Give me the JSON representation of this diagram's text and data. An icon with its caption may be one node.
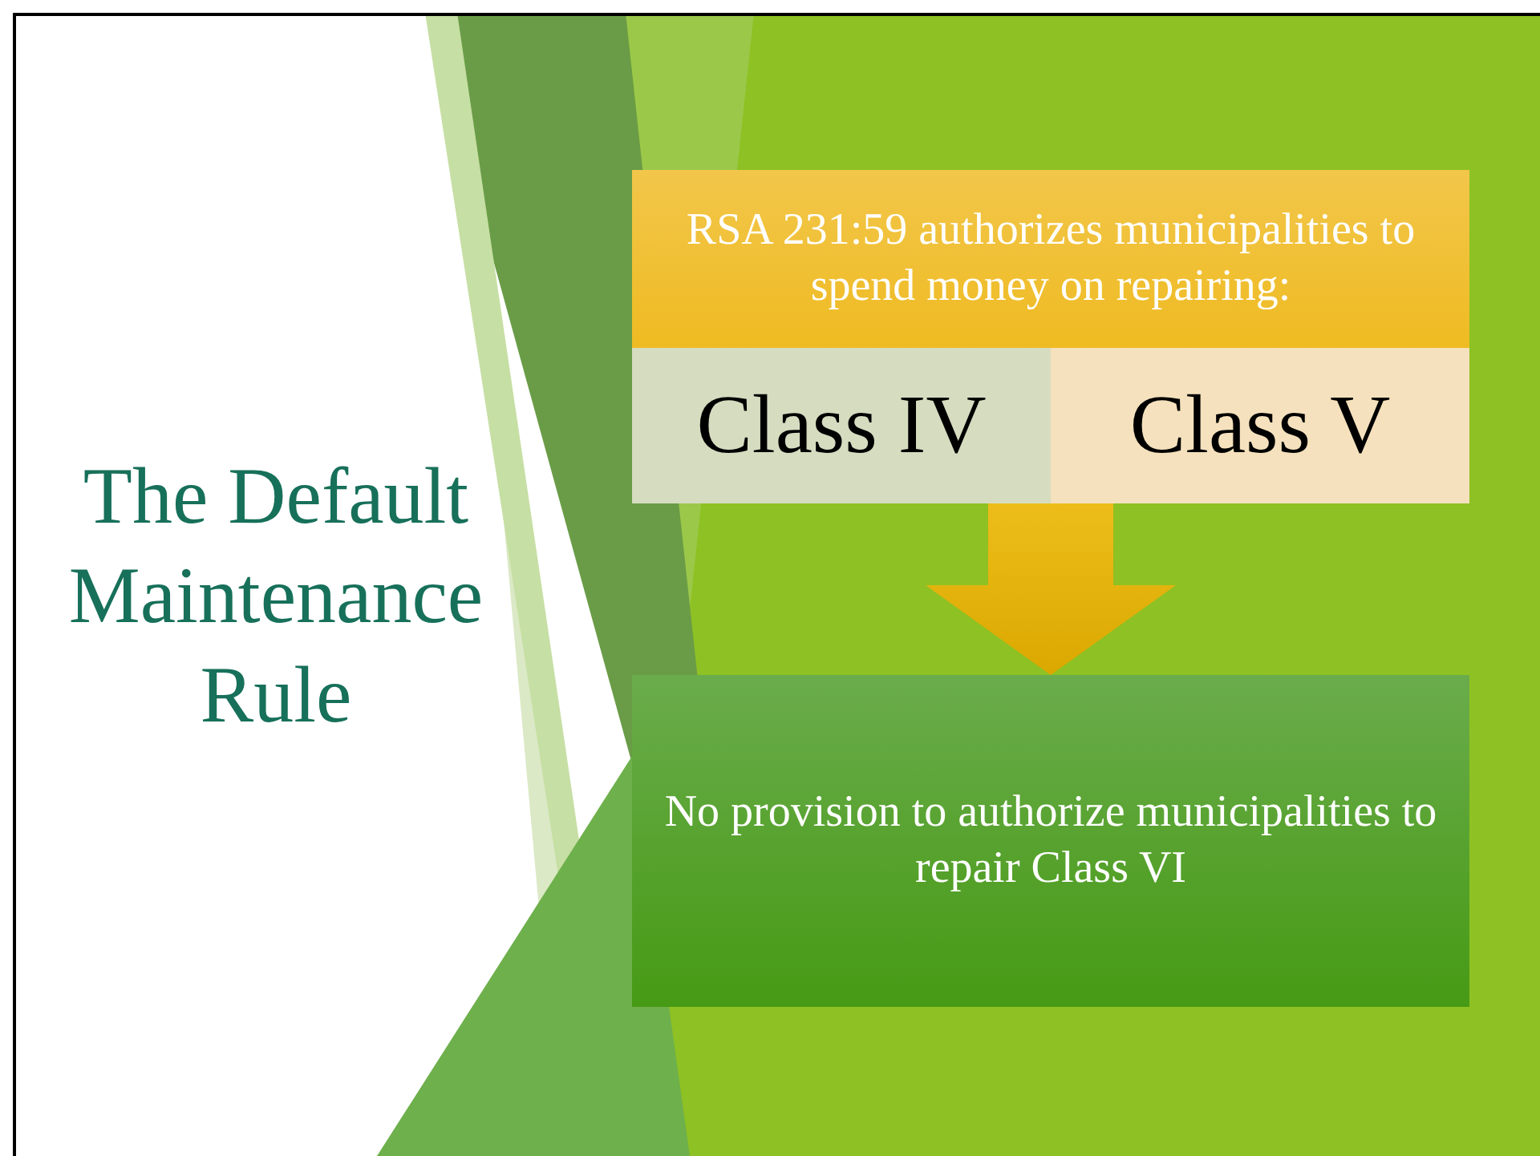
{
  "diagram": {
    "title": "The Default Maintenance Rule",
    "nodes": [
      {
        "text": [
          "RSA 231:59 authorizes municipalities to spend money on repairing:"
        ]
      },
      {
        "text": [
          "Class IV"
        ]
      },
      {
        "text": [
          "Class V"
        ]
      },
      {
        "text": [
          "No provision to authorize municipalities to repair Class VI"
        ]
      }
    ],
    "edges": [
      {
        "from": 1,
        "to": 3,
        "arrow": "to"
      },
      {
        "from": 2,
        "to": 3,
        "arrow": "to"
      }
    ]
  }
}
